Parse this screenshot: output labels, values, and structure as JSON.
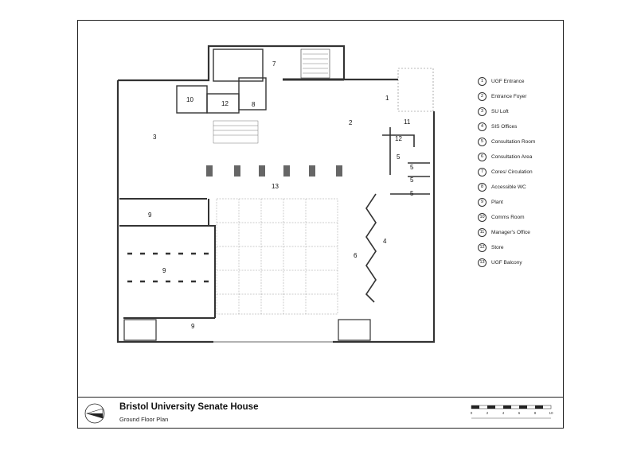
{
  "drawing": {
    "title": "Bristol University Senate House",
    "subtitle": "Ground Floor Plan"
  },
  "legend": [
    {
      "num": "1",
      "label": "UGF Entrance"
    },
    {
      "num": "2",
      "label": "Entrance Foyer"
    },
    {
      "num": "3",
      "label": "SU Loft"
    },
    {
      "num": "4",
      "label": "SIS Offices"
    },
    {
      "num": "5",
      "label": "Consultation Room"
    },
    {
      "num": "6",
      "label": "Consultation Area"
    },
    {
      "num": "7",
      "label": "Cores/ Circulation"
    },
    {
      "num": "8",
      "label": "Accessible WC"
    },
    {
      "num": "9",
      "label": "Plant"
    },
    {
      "num": "10",
      "label": "Comms Room"
    },
    {
      "num": "11",
      "label": "Manager's Office"
    },
    {
      "num": "12",
      "label": "Store"
    },
    {
      "num": "13",
      "label": "UGF Balcony"
    }
  ],
  "room_labels": {
    "r1": "1",
    "r2": "2",
    "r3": "3",
    "r4": "4",
    "r5a": "5",
    "r5b": "5",
    "r5c": "5",
    "r5d": "5",
    "r6": "6",
    "r7": "7",
    "r8": "8",
    "r9a": "9",
    "r9b": "9",
    "r9c": "9",
    "r10": "10",
    "r11": "11",
    "r12a": "12",
    "r12b": "12",
    "r13": "13"
  },
  "scale": {
    "ticks": [
      "0",
      "2",
      "4",
      "6",
      "8",
      "10"
    ]
  }
}
